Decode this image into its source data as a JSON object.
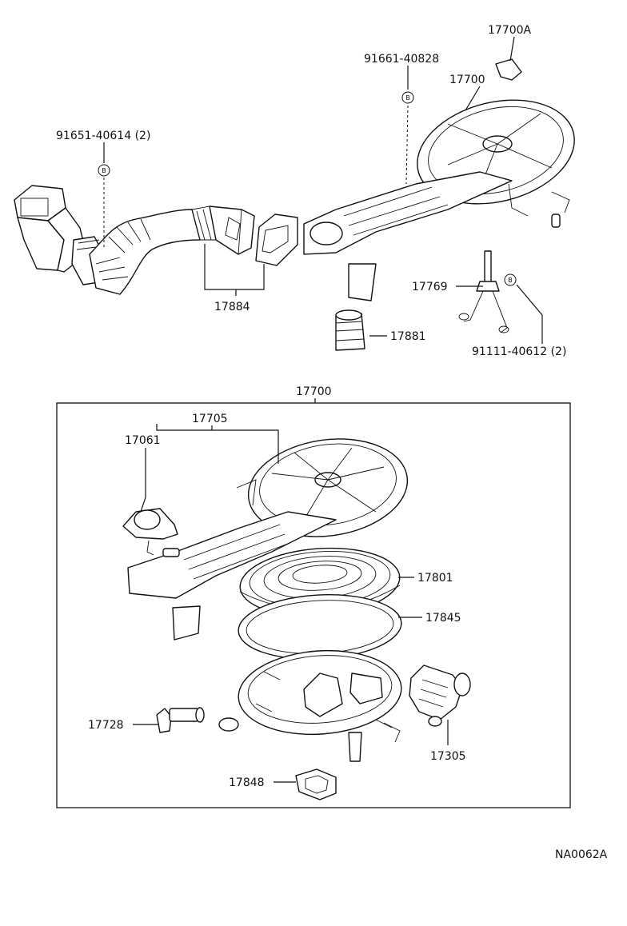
{
  "labels": {
    "p17700a": "17700A",
    "p9166140828": "91661-40828",
    "p17700_top": "17700",
    "p9165140614": "91651-40614 (2)",
    "p17884": "17884",
    "p17769": "17769",
    "p17881": "17881",
    "p9111140612": "91111-40612 (2)",
    "p17700_box": "17700",
    "p17705": "17705",
    "p17061": "17061",
    "p17801": "17801",
    "p17845": "17845",
    "p17728": "17728",
    "p17305": "17305",
    "p17848": "17848",
    "ref": "NA0062A"
  },
  "bolt_marker": "B"
}
